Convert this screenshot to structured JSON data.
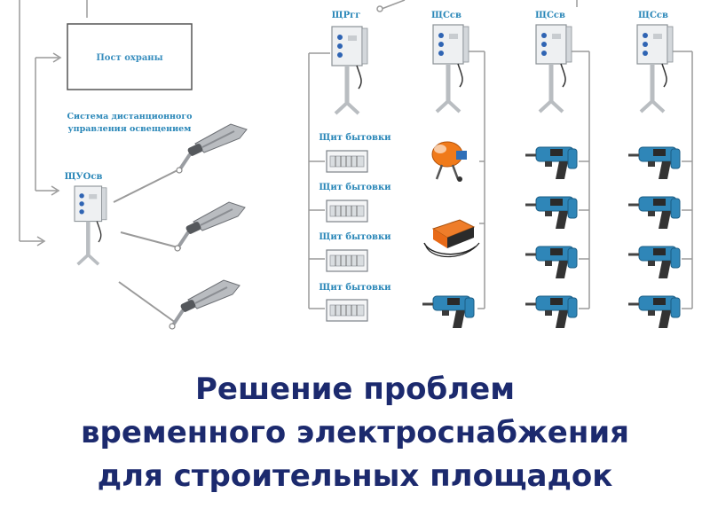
{
  "labels": {
    "guard_post": "Пост охраны",
    "remote_system_line1": "Система дистанционного",
    "remote_system_line2": "управления освещением",
    "shuo": "ЩУОсв",
    "shrg": "ЩРгг",
    "shsv1": "ЩСсв",
    "shsv2": "ЩСсв",
    "shsv3": "ЩСсв",
    "hut": "Щит бытовки"
  },
  "title": {
    "line1": "Решение проблем",
    "line2": "временного электроснабжения",
    "line3": "для строительных площадок"
  },
  "colors": {
    "title": "#1c2a6e",
    "label": "#2a87b8",
    "line": "#9a9a9a",
    "drill_body": "#2f86b8",
    "welder": "#e86a17",
    "mixer": "#f07a1a"
  },
  "icons": {
    "lamp": "street-light-icon",
    "cabinet": "electrical-cabinet-icon",
    "panel": "hut-panel-icon",
    "drill": "hammer-drill-icon",
    "mixer": "concrete-mixer-icon",
    "welder": "welding-machine-icon"
  }
}
